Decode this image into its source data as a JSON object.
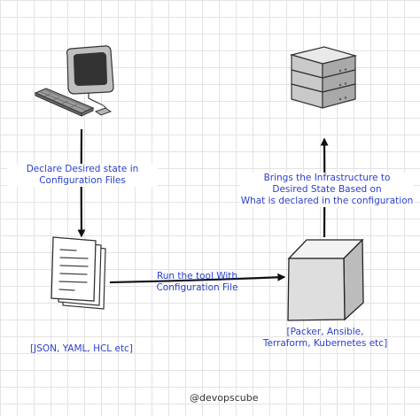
{
  "labels": {
    "declare": [
      "Declare Desired state in",
      "Configuration  Files"
    ],
    "run_tool": [
      "Run the tool With",
      "Configuration File"
    ],
    "brings": [
      "Brings the Infrastructure to",
      "Desired State Based on",
      "What is declared in the configuration"
    ],
    "formats": "[JSON, YAML, HCL etc]",
    "tools": [
      "[Packer, Ansible,",
      "Terraform, Kubernetes etc]"
    ]
  },
  "watermark": "@devopscube",
  "colors": {
    "label_text": "#2b3fc9",
    "arrow": "#111111",
    "grid": "#e3e3e3"
  },
  "icons": {
    "computer": "desktop-computer-icon",
    "files": "documents-stack-icon",
    "tool": "cube-icon",
    "servers": "server-stack-icon"
  }
}
